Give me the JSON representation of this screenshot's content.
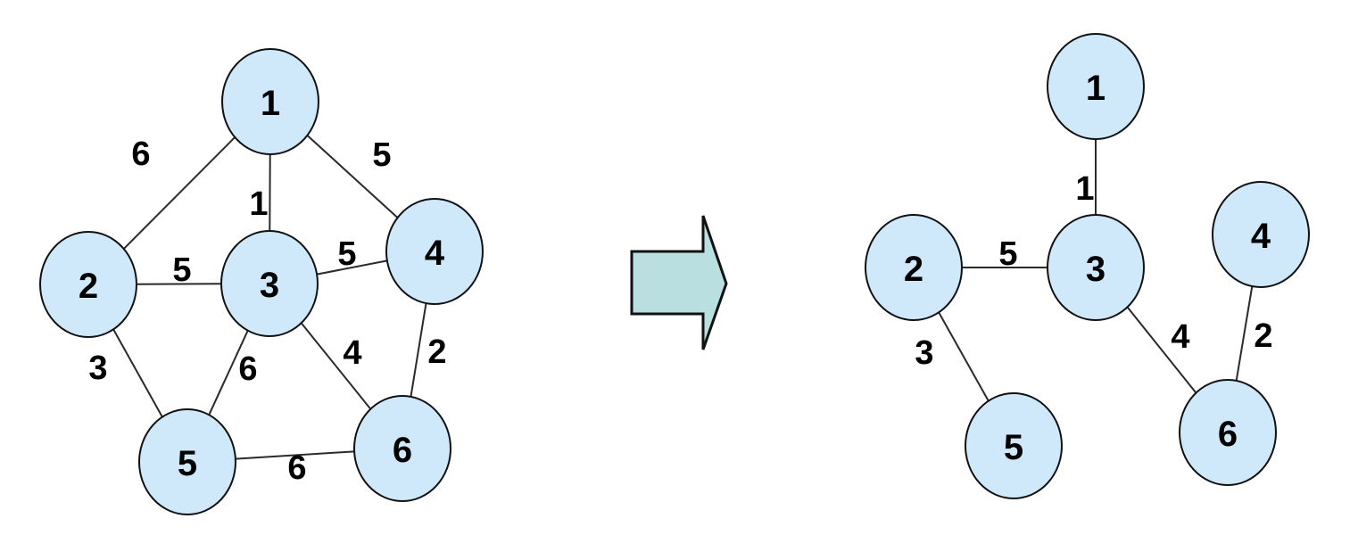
{
  "colors": {
    "node_fill": "#cfe9fb",
    "node_stroke": "#111111",
    "edge": "#2a2a2a",
    "arrow_fill": "#badfe0"
  },
  "graph": {
    "nodes": [
      {
        "id": "1",
        "label": "1"
      },
      {
        "id": "2",
        "label": "2"
      },
      {
        "id": "3",
        "label": "3"
      },
      {
        "id": "4",
        "label": "4"
      },
      {
        "id": "5",
        "label": "5"
      },
      {
        "id": "6",
        "label": "6"
      }
    ],
    "edges": [
      {
        "from": "1",
        "to": "2",
        "weight": "6"
      },
      {
        "from": "1",
        "to": "3",
        "weight": "1"
      },
      {
        "from": "1",
        "to": "4",
        "weight": "5"
      },
      {
        "from": "2",
        "to": "3",
        "weight": "5"
      },
      {
        "from": "3",
        "to": "4",
        "weight": "5"
      },
      {
        "from": "2",
        "to": "5",
        "weight": "3"
      },
      {
        "from": "3",
        "to": "5",
        "weight": "6"
      },
      {
        "from": "3",
        "to": "6",
        "weight": "4"
      },
      {
        "from": "4",
        "to": "6",
        "weight": "2"
      },
      {
        "from": "5",
        "to": "6",
        "weight": "6"
      }
    ]
  },
  "tree": {
    "nodes": [
      {
        "id": "1",
        "label": "1"
      },
      {
        "id": "2",
        "label": "2"
      },
      {
        "id": "3",
        "label": "3"
      },
      {
        "id": "4",
        "label": "4"
      },
      {
        "id": "5",
        "label": "5"
      },
      {
        "id": "6",
        "label": "6"
      }
    ],
    "edges": [
      {
        "from": "1",
        "to": "3",
        "weight": "1"
      },
      {
        "from": "2",
        "to": "3",
        "weight": "5"
      },
      {
        "from": "2",
        "to": "5",
        "weight": "3"
      },
      {
        "from": "3",
        "to": "6",
        "weight": "4"
      },
      {
        "from": "4",
        "to": "6",
        "weight": "2"
      }
    ]
  },
  "arrow": {
    "icon": "right-arrow-icon"
  }
}
